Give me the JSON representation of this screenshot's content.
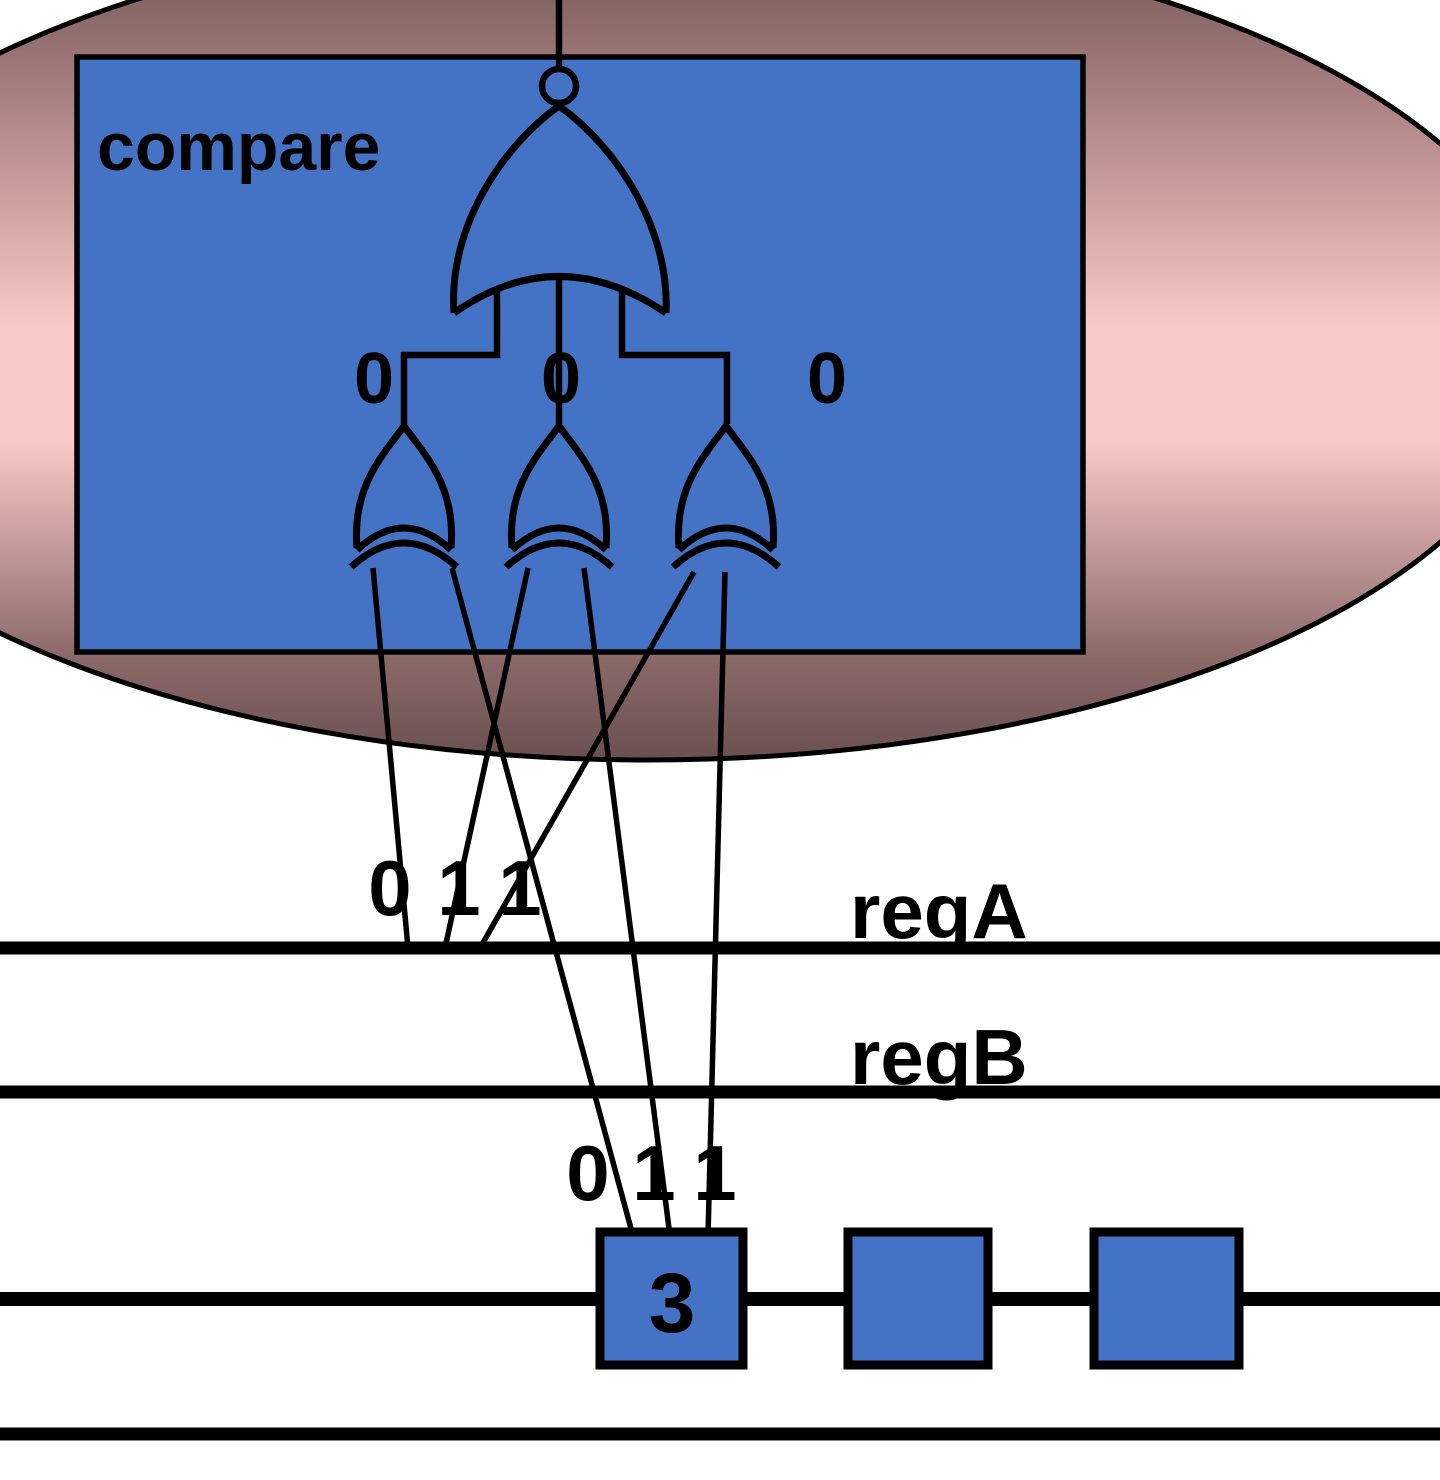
{
  "compare_unit": {
    "label": "compare",
    "gate_output_bits": [
      "0",
      "0",
      "0"
    ]
  },
  "registers": {
    "regA": {
      "label": "regA",
      "bits": [
        "0",
        "1",
        "1"
      ]
    },
    "regB": {
      "label": "regB"
    }
  },
  "instruction": {
    "operand_bits": [
      "0",
      "1",
      "1"
    ],
    "field_value": "3"
  },
  "colors": {
    "shape_blue": "#4472c4",
    "outline": "#000000",
    "ellipse_gradient": [
      "#6b5050",
      "#a87f7f",
      "#fac8c8",
      "#fac8c8",
      "#8a6868",
      "#6b5050"
    ]
  }
}
